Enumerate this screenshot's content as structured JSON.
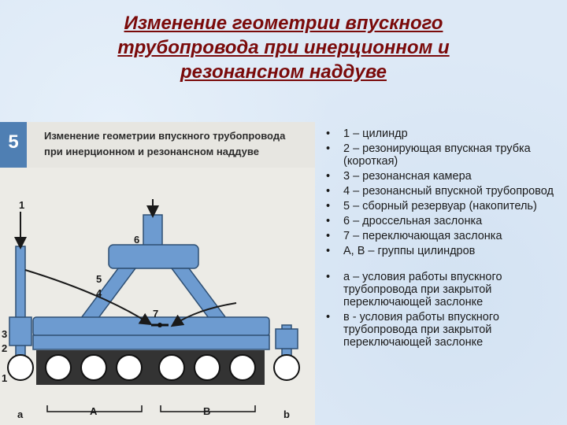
{
  "slide": {
    "title": "Изменение геометрии впускного трубопровода при инерционном и резонансном наддуве"
  },
  "figure": {
    "number": "5",
    "title": "Изменение геометрии впускного трубопровода при инерционном и резонансном наддуве",
    "labels": {
      "l1": "1",
      "l1b": "1",
      "l2": "2",
      "l3": "3",
      "l4": "4",
      "l5": "5",
      "l6": "6",
      "l7": "7",
      "a": "a",
      "A": "A",
      "B": "B",
      "b": "b"
    }
  },
  "legend": {
    "items": [
      "1 – цилиндр",
      "2 – резонирующая впускная трубка (короткая)",
      "3 – резонансная камера",
      "4 – резонансный впускной трубопровод",
      "5 – сборный резервуар (накопитель)",
      "6 – дроссельная заслонка",
      "7 – переключающая заслонка",
      "А, В – группы цилиндров"
    ],
    "conditions": [
      "а – условия работы впускного трубопровода при закрытой переключающей заслонке",
      "в - условия работы впускного трубопровода при закрытой переключающей заслонке"
    ]
  },
  "colors": {
    "accent": "#7a0a0a",
    "pipe": "#6d9bd0",
    "engine": "#333333"
  }
}
